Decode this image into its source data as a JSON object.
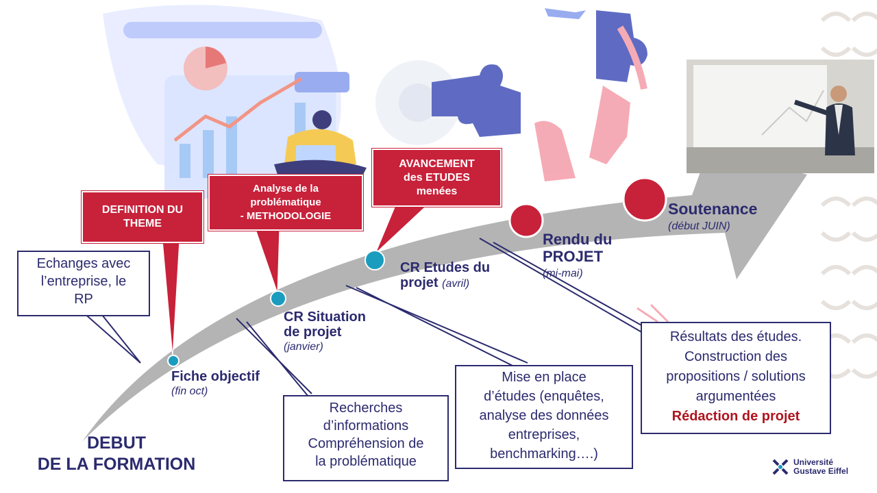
{
  "start": {
    "line1": "DEBUT",
    "line2": "DE LA FORMATION"
  },
  "red_boxes": [
    {
      "lines": [
        "DEFINITION DU",
        "THEME"
      ]
    },
    {
      "lines": [
        "Analyse de la",
        "problématique",
        "- METHODOLOGIE"
      ]
    },
    {
      "lines": [
        "AVANCEMENT",
        "des ETUDES",
        "menées"
      ]
    }
  ],
  "callouts": {
    "exchanges": [
      "Echanges avec",
      "l’entreprise, le",
      "RP"
    ],
    "research": [
      "Recherches",
      "d’informations",
      "Compréhension de",
      "la problématique"
    ],
    "studies": [
      "Mise en place",
      "d’études (enquêtes,",
      "analyse des données",
      "entreprises,",
      "benchmarking….)"
    ],
    "results": [
      "Résultats des études.",
      "Construction des",
      "propositions / solutions",
      "argumentées"
    ],
    "results_highlight": "Rédaction de projet"
  },
  "milestones": {
    "fiche": {
      "title": "Fiche objectif",
      "date": "(fin oct)"
    },
    "situation": {
      "title_lines": [
        "CR Situation",
        "de projet"
      ],
      "date": "(janvier)"
    },
    "etudes": {
      "title_lines": [
        "CR Etudes du",
        "projet"
      ],
      "date": "(avril)"
    },
    "rendu": {
      "title_lines": [
        "Rendu du",
        "PROJET"
      ],
      "date": "(mi-mai)"
    },
    "soutenance": {
      "title": "Soutenance",
      "date": "(début JUIN)"
    }
  },
  "logo": {
    "line1": "Université",
    "line2": "Gustave Eiffel"
  },
  "colors": {
    "navy": "#2b2a6e",
    "red": "#c8213a",
    "teal": "#1a9cbf",
    "arrow": "#b4b4b4"
  }
}
